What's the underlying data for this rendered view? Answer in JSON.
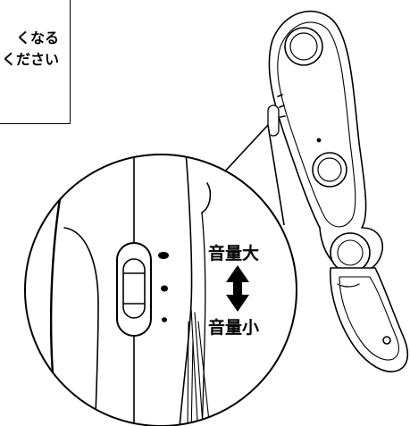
{
  "note": {
    "line1": "くなる",
    "line2": "ください"
  },
  "volume": {
    "up_label": "音量大",
    "down_label": "音量小"
  },
  "colors": {
    "line": "#000000",
    "background": "#ffffff"
  },
  "icons": {
    "arrow": "double-vertical-arrow-icon",
    "device": "earphone-remote-device-icon"
  }
}
